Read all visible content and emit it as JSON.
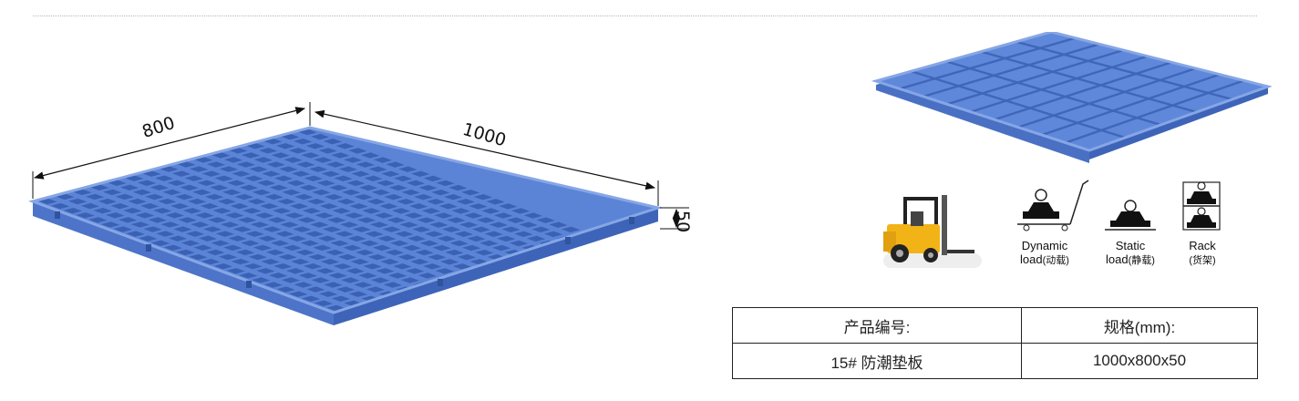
{
  "dimensions": {
    "width_label": "800",
    "length_label": "1000",
    "height_label": "50"
  },
  "load_types": [
    {
      "en": "Dynamic",
      "prefix": "load",
      "cn": "(动载)"
    },
    {
      "en": "Static",
      "prefix": "load",
      "cn": "(静载)"
    },
    {
      "en": "Rack",
      "prefix": "",
      "cn": "(货架)"
    }
  ],
  "spec_table": {
    "header": {
      "col1": "产品编号:",
      "col2": "规格(mm):"
    },
    "row": {
      "col1": "15# 防潮垫板",
      "col2": "1000x800x50"
    }
  },
  "colors": {
    "pallet_blue": "#5b84d6",
    "pallet_dark": "#3d64b8",
    "pallet_light": "#86a6e6",
    "forklift_yellow": "#f2b316"
  }
}
